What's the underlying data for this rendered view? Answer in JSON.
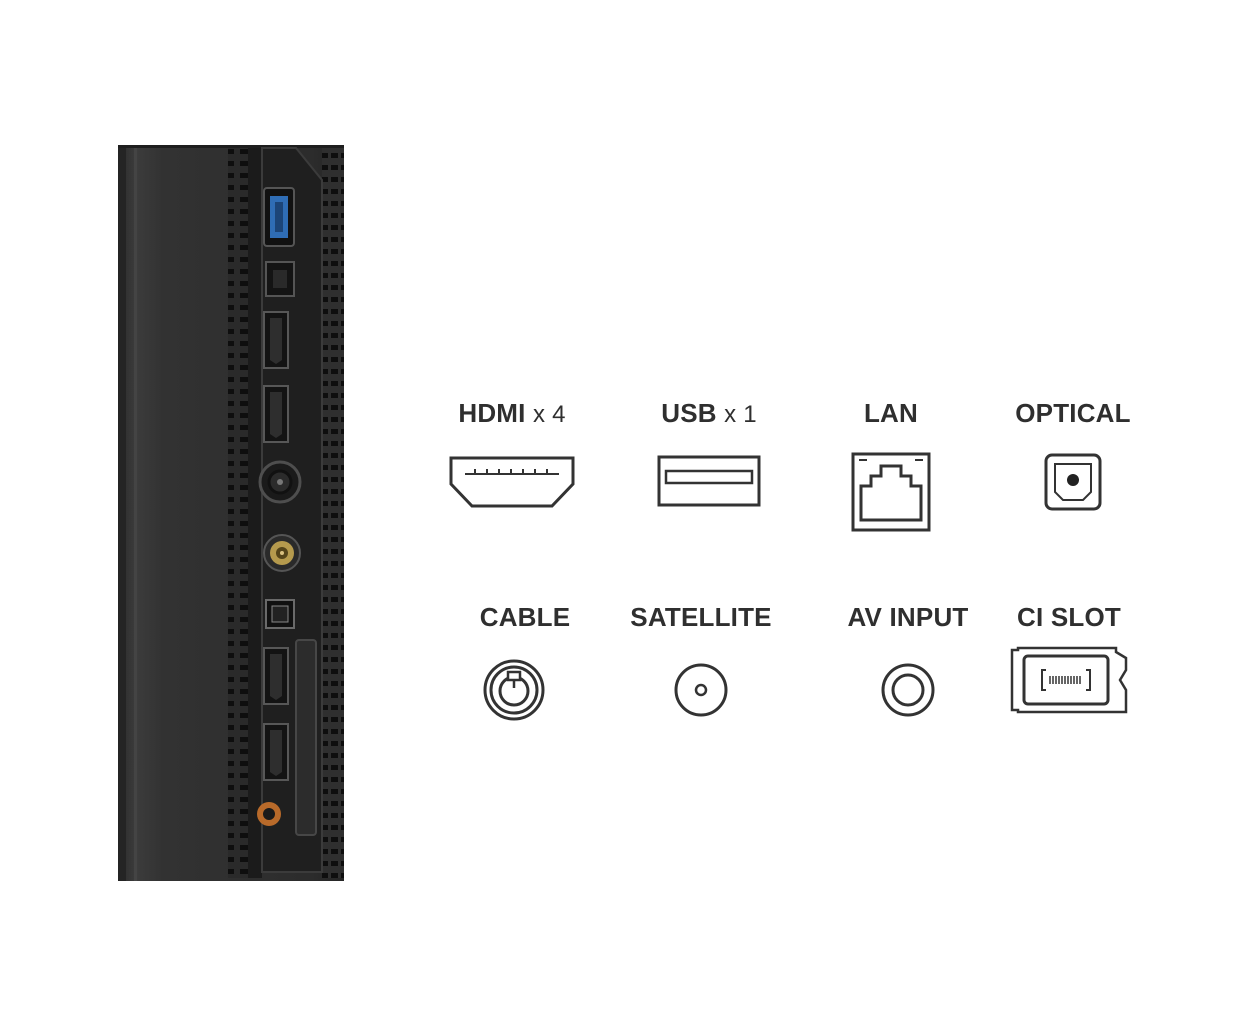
{
  "ports": {
    "hdmi": {
      "name": "HDMI",
      "qty": "x 4",
      "icon": "hdmi-icon"
    },
    "usb": {
      "name": "USB",
      "qty": "x 1",
      "icon": "usb-icon"
    },
    "lan": {
      "name": "LAN",
      "icon": "lan-icon"
    },
    "optical": {
      "name": "OPTICAL",
      "icon": "optical-icon"
    },
    "cable": {
      "name": "CABLE",
      "icon": "coax-cable-icon"
    },
    "satellite": {
      "name": "SATELLITE",
      "icon": "satellite-icon"
    },
    "av_input": {
      "name": "AV INPUT",
      "icon": "av-input-icon"
    },
    "ci_slot": {
      "name": "CI SLOT",
      "icon": "ci-slot-icon"
    }
  },
  "colors": {
    "panel_dark": "#2b2b2b",
    "panel_mid": "#3a3a3a",
    "icon_stroke": "#333333",
    "usb_blue": "#2f6db5",
    "av_orange": "#b86a2a"
  }
}
